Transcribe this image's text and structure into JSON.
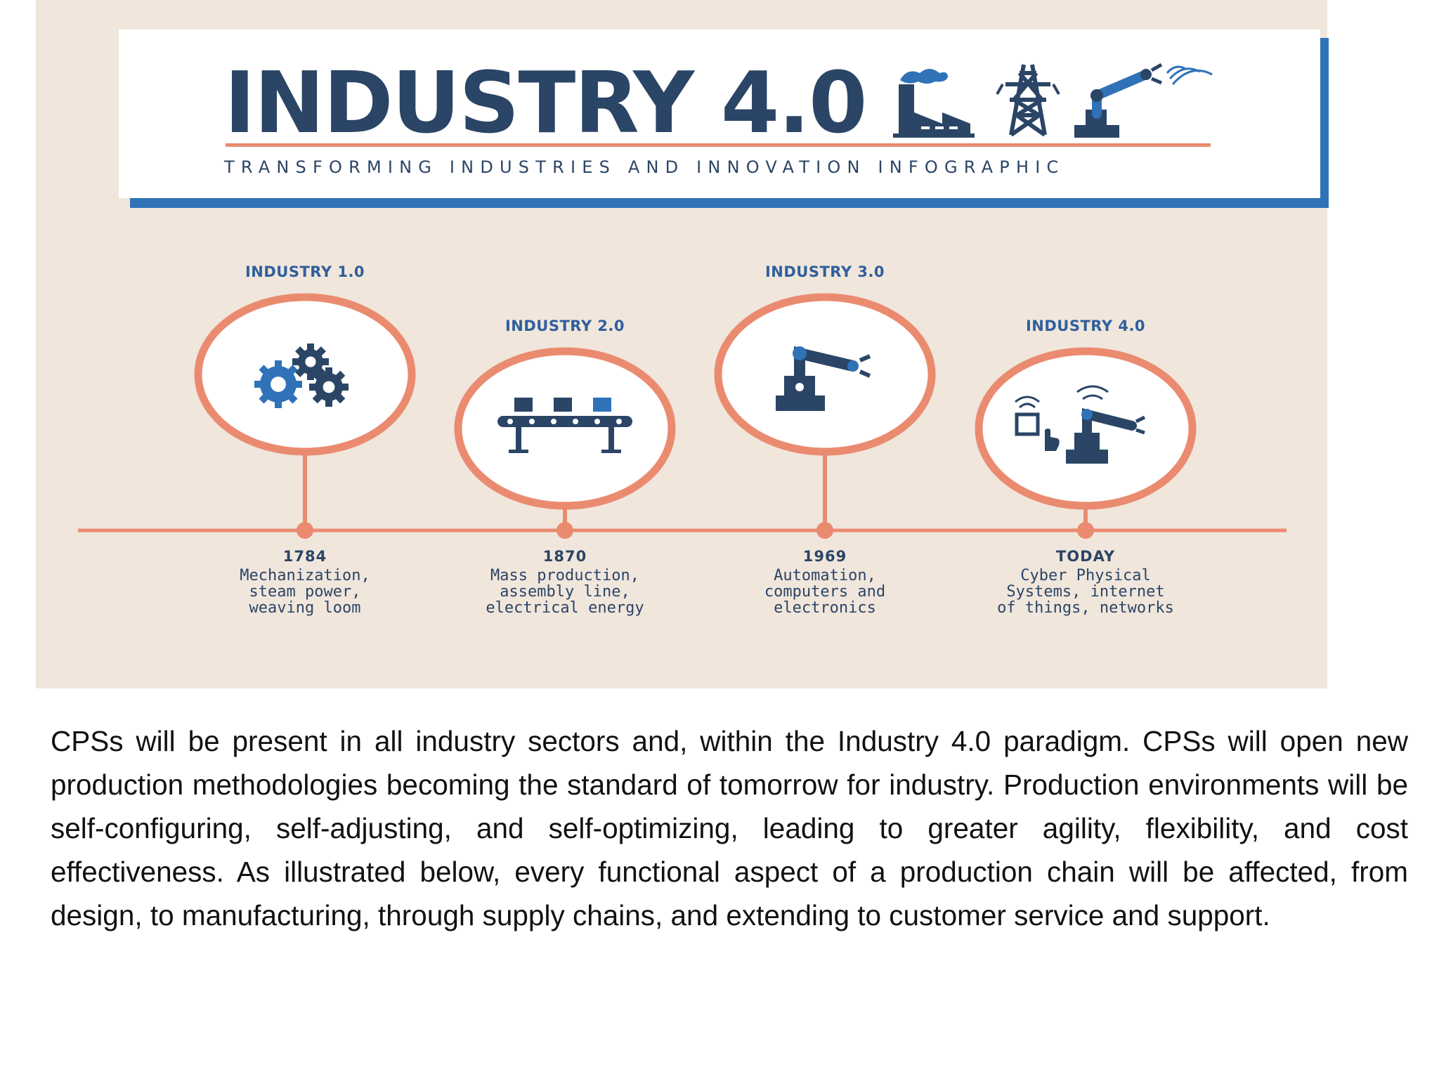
{
  "infographic": {
    "title": "INDUSTRY 4.0",
    "subtitle": "TRANSFORMING INDUSTRIES AND INNOVATION INFOGRAPHIC",
    "colors": {
      "navy": "#2b4566",
      "blue_accent": "#2f72b8",
      "coral": "#ea8b70",
      "background": "#f0e6dc"
    },
    "header_icons": [
      "factory-icon",
      "power-tower-icon",
      "robot-arm-wifi-icon"
    ],
    "stages": [
      {
        "label": "INDUSTRY 1.0",
        "year": "1784",
        "description": "Mechanization,\nsteam power,\nweaving loom",
        "icon": "gears-icon"
      },
      {
        "label": "INDUSTRY 2.0",
        "year": "1870",
        "description": "Mass production,\nassembly line,\nelectrical energy",
        "icon": "conveyor-belt-icon"
      },
      {
        "label": "INDUSTRY 3.0",
        "year": "1969",
        "description": "Automation,\ncomputers and\nelectronics",
        "icon": "robot-arm-icon"
      },
      {
        "label": "INDUSTRY 4.0",
        "year": "TODAY",
        "description": "Cyber Physical\nSystems, internet\nof things, networks",
        "icon": "iot-robot-icon"
      }
    ]
  },
  "body": {
    "paragraph": " CPSs will be present in all industry sectors and, within the Industry 4.0 paradigm. CPSs will open new production methodologies becoming the standard of tomorrow for industry. Production environments will be self-configuring, self-adjusting, and self-optimizing, leading to greater agility, flexibility, and cost effectiveness. As illustrated below, every functional aspect of a production chain will be affected, from design, to manufacturing, through supply chains, and extending to customer service and support."
  }
}
